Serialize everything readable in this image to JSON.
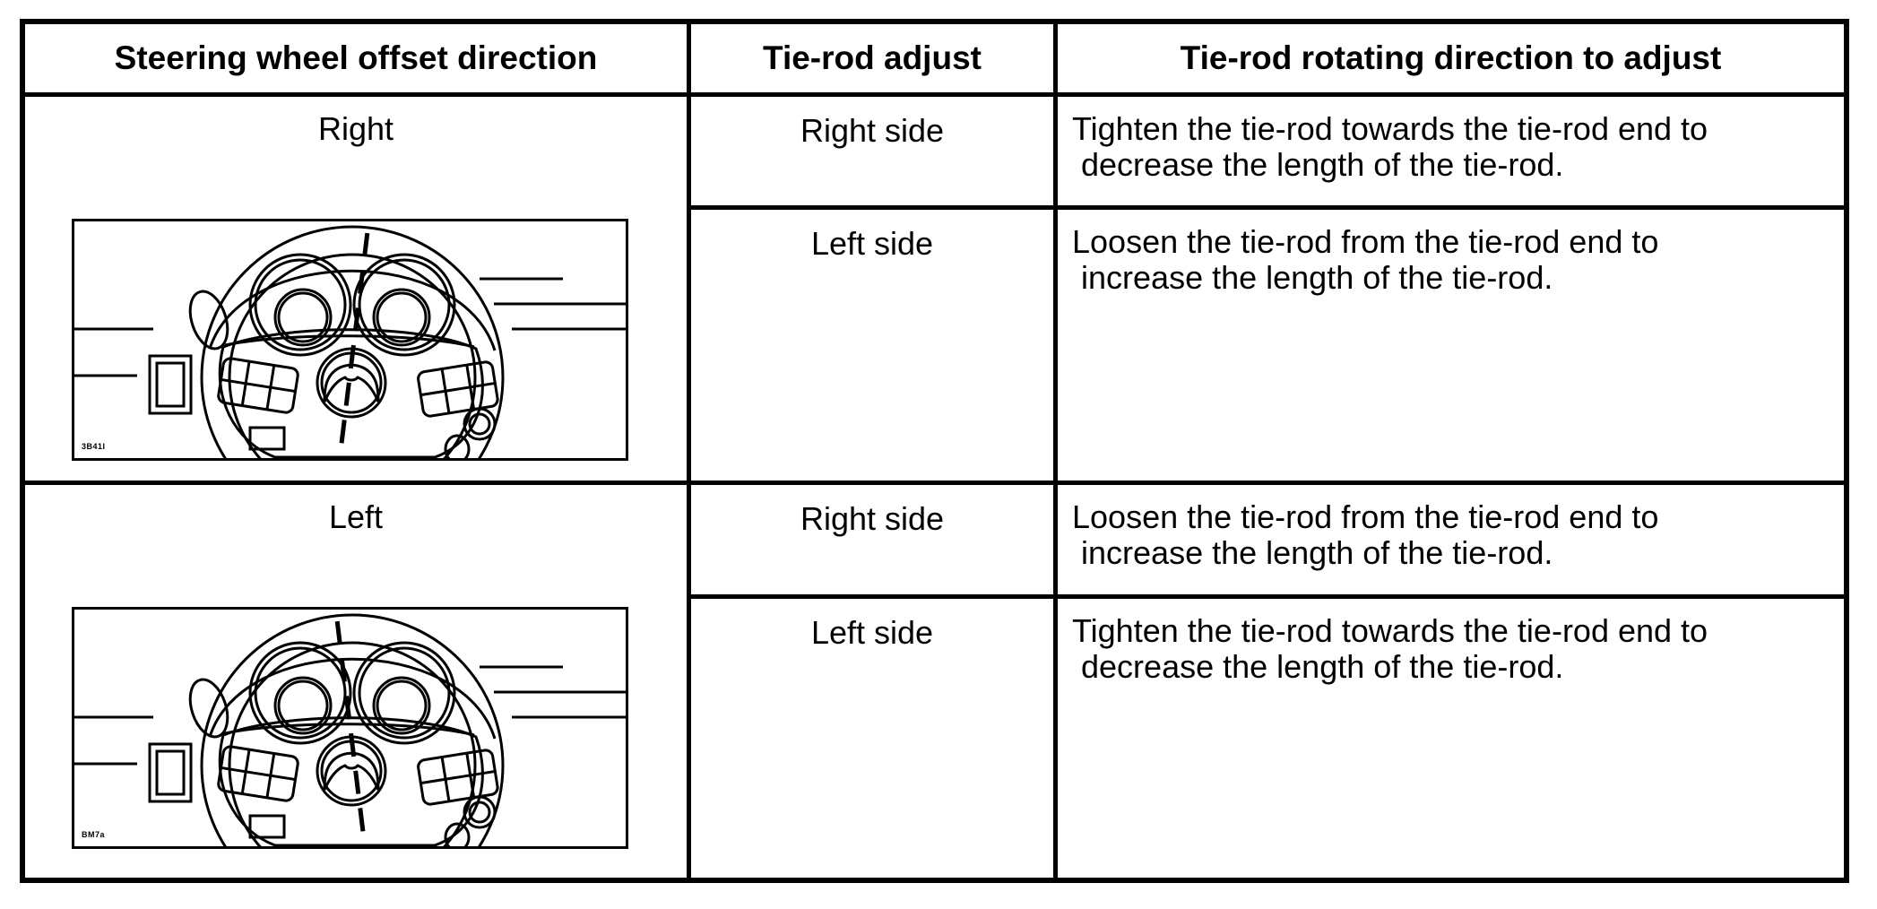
{
  "table": {
    "headers": [
      "Steering wheel offset direction",
      "Tie-rod adjust",
      "Tie-rod rotating direction to adjust"
    ],
    "groups": [
      {
        "offset_direction": "Right",
        "figure_code": "3B41I",
        "rows": [
          {
            "side": "Right side",
            "instruction": "Tighten the tie-rod towards the tie-rod end to\n decrease the length of the tie-rod."
          },
          {
            "side": "Left side",
            "instruction": "Loosen the tie-rod from the tie-rod end to\n increase the length of the tie-rod."
          }
        ]
      },
      {
        "offset_direction": "Left",
        "figure_code": "BM7a",
        "rows": [
          {
            "side": "Right side",
            "instruction": "Loosen the tie-rod from the tie-rod end to\n increase the length of the tie-rod."
          },
          {
            "side": "Left side",
            "instruction": "Tighten the tie-rod towards the tie-rod end to\n decrease the length of the tie-rod."
          }
        ]
      }
    ]
  }
}
